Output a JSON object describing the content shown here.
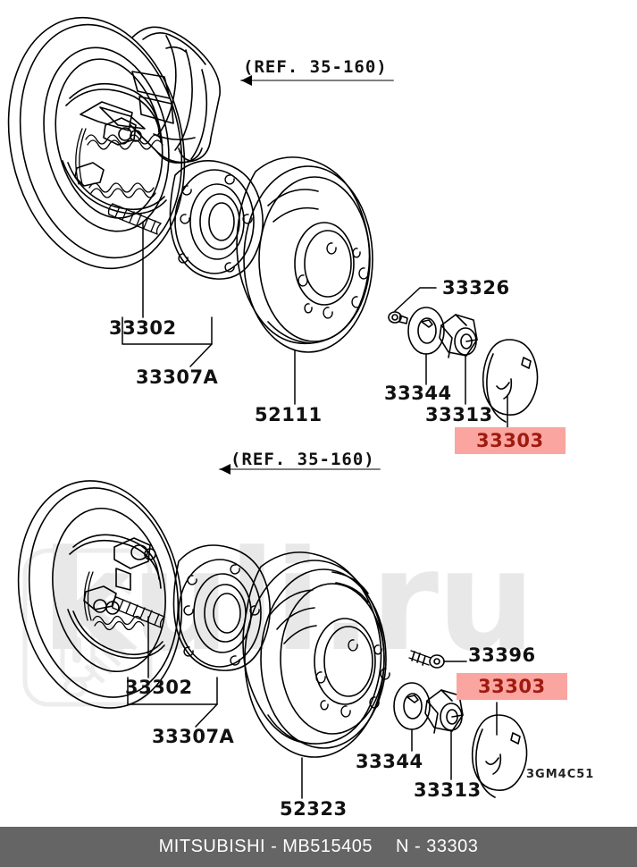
{
  "document": {
    "type": "parts-catalog-diagram",
    "diagram_code": "3GM4C51",
    "watermark_text": "kuli.ru"
  },
  "footer": {
    "brand": "MITSUBISHI",
    "separator": "-",
    "part_number": "MB515405",
    "group_label": "N - 33303"
  },
  "upper_assembly": {
    "name": "rear-disc-brake-assembly",
    "reference_note": "(REF. 35-160)",
    "callouts": [
      {
        "id": "33302",
        "text": "33302",
        "highlight": false
      },
      {
        "id": "33307A",
        "text": "33307A",
        "highlight": false
      },
      {
        "id": "52111",
        "text": "52111",
        "highlight": false
      },
      {
        "id": "33326",
        "text": "33326",
        "highlight": false
      },
      {
        "id": "33344",
        "text": "33344",
        "highlight": false
      },
      {
        "id": "33313",
        "text": "33313",
        "highlight": false
      },
      {
        "id": "33303",
        "text": "33303",
        "highlight": true
      }
    ]
  },
  "lower_assembly": {
    "name": "rear-drum-brake-assembly",
    "reference_note": "(REF. 35-160)",
    "callouts": [
      {
        "id": "33302",
        "text": "33302",
        "highlight": false
      },
      {
        "id": "33307A",
        "text": "33307A",
        "highlight": false
      },
      {
        "id": "52323",
        "text": "52323",
        "highlight": false
      },
      {
        "id": "33396",
        "text": "33396",
        "highlight": false
      },
      {
        "id": "33344",
        "text": "33344",
        "highlight": false
      },
      {
        "id": "33313",
        "text": "33313",
        "highlight": false
      },
      {
        "id": "33303",
        "text": "33303",
        "highlight": true
      }
    ]
  },
  "colors": {
    "highlight_background": "#fba5a0",
    "highlight_text": "#9e1b10",
    "footer_background": "#656565",
    "footer_text": "#ffffff",
    "line": "#000000",
    "watermark": "#e8e8e8"
  }
}
